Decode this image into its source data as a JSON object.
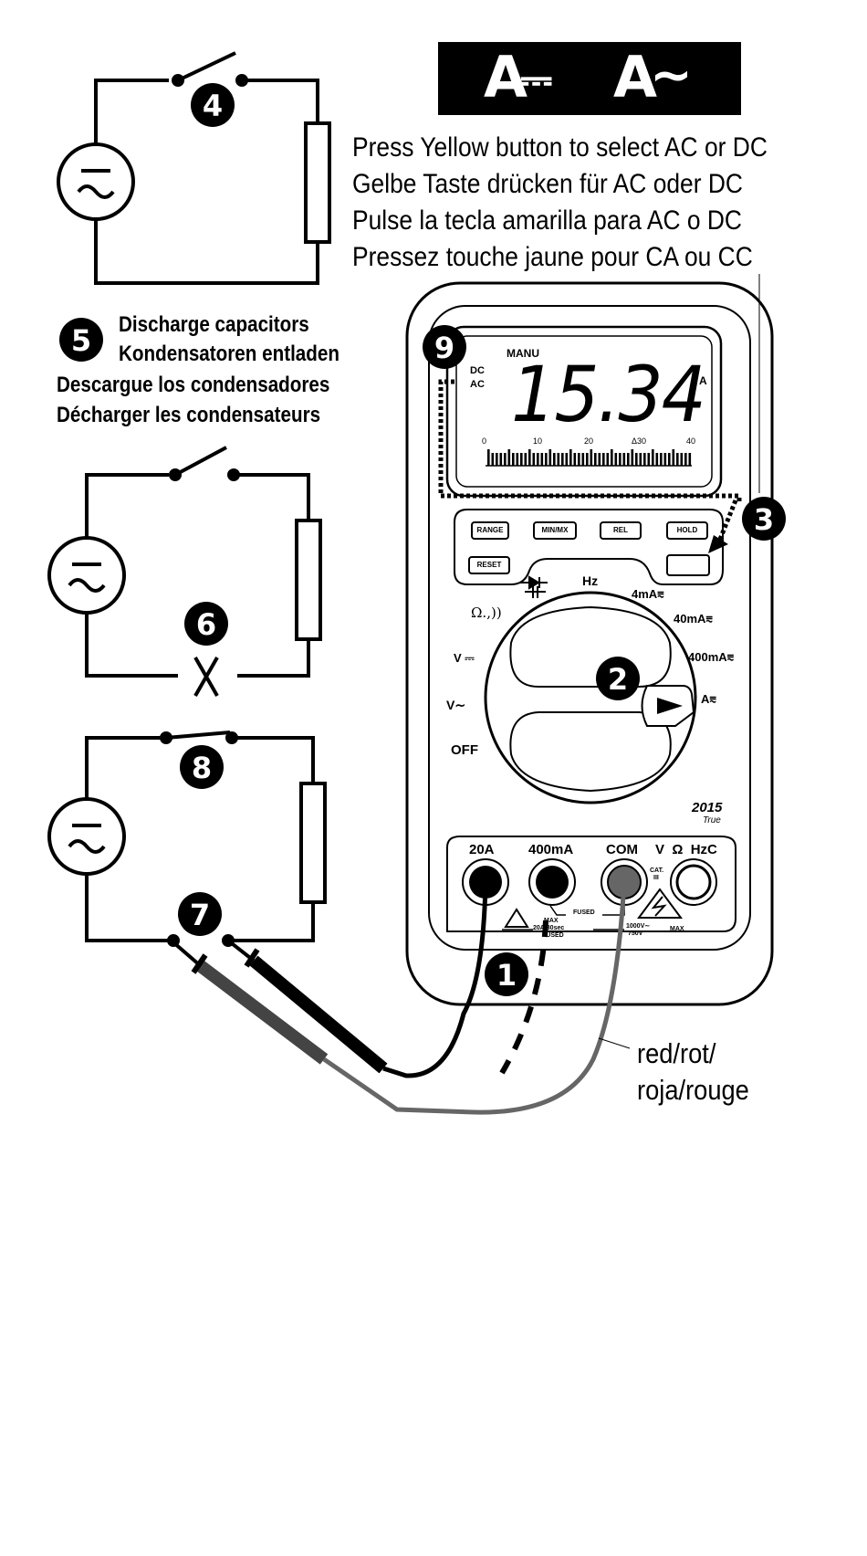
{
  "banner": {
    "dc_symbol": "A",
    "ac_symbol": "A",
    "dc_glyph": "⎓",
    "ac_glyph": "∼"
  },
  "instructions": {
    "en": "Press Yellow button to select AC or DC",
    "de": "Gelbe Taste drücken für AC oder DC",
    "es": "Pulse la tecla amarilla para AC o DC",
    "fr": "Pressez touche jaune pour CA ou CC"
  },
  "discharge": {
    "en": "Discharge capacitors",
    "de": "Kondensatoren entladen",
    "es": "Descargue los condensadores",
    "fr": "Décharger les condensateurs"
  },
  "steps": {
    "s1": "1",
    "s2": "2",
    "s3": "3",
    "s4": "4",
    "s5": "5",
    "s6": "6",
    "s7": "7",
    "s8": "8",
    "s9": "9"
  },
  "lcd": {
    "mode": "MANU",
    "dc": "DC",
    "ac": "AC",
    "reading": "15.34",
    "unit": "A",
    "scale": [
      "0",
      "10",
      "20",
      "Δ30",
      "40"
    ],
    "small_digit": "4"
  },
  "buttons": {
    "range": "RANGE",
    "minmax": "MIN/MX",
    "rel": "REL",
    "hold": "HOLD",
    "reset": "RESET"
  },
  "dial": {
    "hz": "Hz",
    "ua": "4mA⩳",
    "ma40": "40mA⩳",
    "ma400": "400mA⩳",
    "amp": "A⩳",
    "ohm": "Ω.,))",
    "vdc": "V ⎓",
    "vac": "V∼",
    "off": "OFF"
  },
  "model": {
    "number": "2015",
    "sub": "True"
  },
  "jacks": {
    "a20": "20A",
    "ma400": "400mA",
    "com": "COM",
    "vohm": "V  Ω  HzC"
  },
  "jack_notes": {
    "fused": "FUSED",
    "max": "MAX",
    "sec": "20A/30sec",
    "fused2": "FUSED",
    "cat": "CAT.",
    "cat3": "III",
    "v1000": "1000V∼",
    "v750": "750V",
    "max2": "MAX"
  },
  "lead_label": {
    "line1": "red/rot/",
    "line2": "roja/rouge"
  }
}
